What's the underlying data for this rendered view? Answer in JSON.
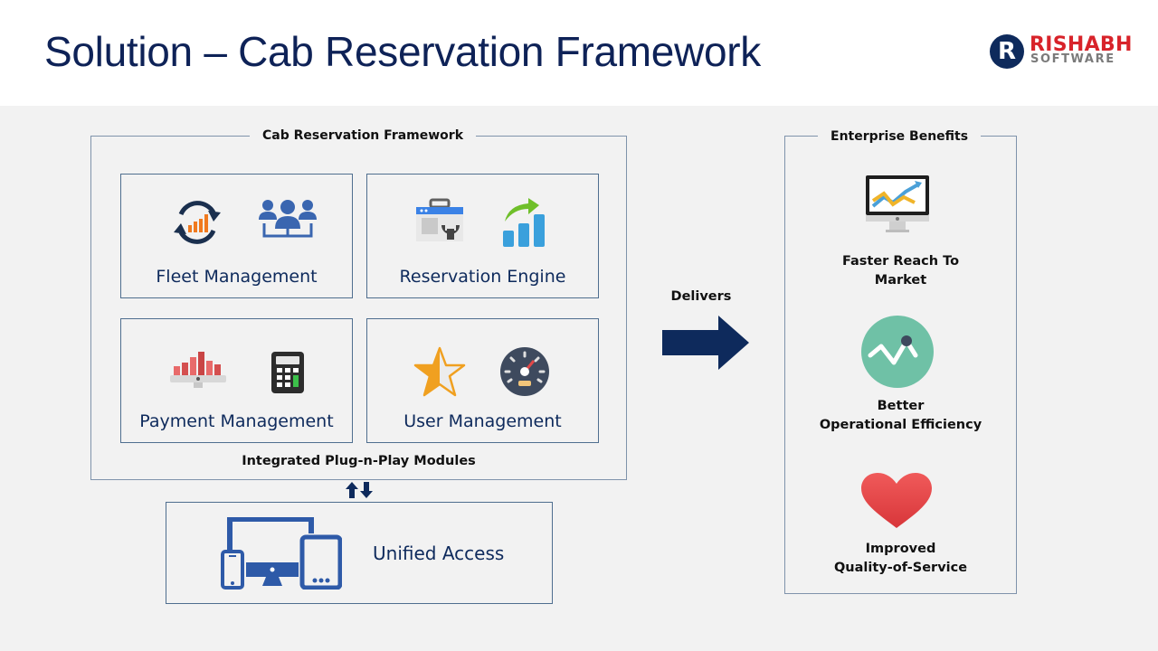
{
  "slide": {
    "title": "Solution – Cab Reservation Framework",
    "logo": {
      "mark": "R",
      "line1": "RISHABH",
      "line2": "SOFTWARE"
    }
  },
  "framework": {
    "label": "Cab Reservation Framework",
    "modules": [
      {
        "label": "Fleet Management",
        "icons": [
          "sync-chart-icon",
          "team-icon"
        ]
      },
      {
        "label": "Reservation Engine",
        "icons": [
          "toolbox-wrench-icon",
          "growth-bars-icon"
        ]
      },
      {
        "label": "Payment Management",
        "icons": [
          "monitor-bar-chart-icon",
          "calculator-icon"
        ]
      },
      {
        "label": "User Management",
        "icons": [
          "half-star-icon",
          "speedometer-icon"
        ]
      }
    ],
    "footer": "Integrated Plug-n-Play Modules"
  },
  "connector": {
    "icon": "up-down-arrows-icon"
  },
  "unified_access": {
    "label": "Unified Access",
    "icon": "multi-device-icon"
  },
  "delivers": {
    "label": "Delivers",
    "icon": "right-arrow-icon"
  },
  "benefits": {
    "label": "Enterprise Benefits",
    "items": [
      {
        "line1": "Faster Reach To",
        "line2": "Market",
        "icon": "monitor-trend-icon"
      },
      {
        "line1": "Better",
        "line2": "Operational Efficiency",
        "icon": "pulse-circle-icon"
      },
      {
        "line1": "Improved",
        "line2": "Quality-of-Service",
        "icon": "heart-icon"
      }
    ]
  },
  "colors": {
    "title": "#0e2257",
    "navy": "#0e2a5c",
    "border": "#7f93ab",
    "background": "#f2f2f2",
    "logo_red": "#d8232a",
    "accent_orange": "#f07a1f",
    "icon_blue": "#3a66b0"
  }
}
